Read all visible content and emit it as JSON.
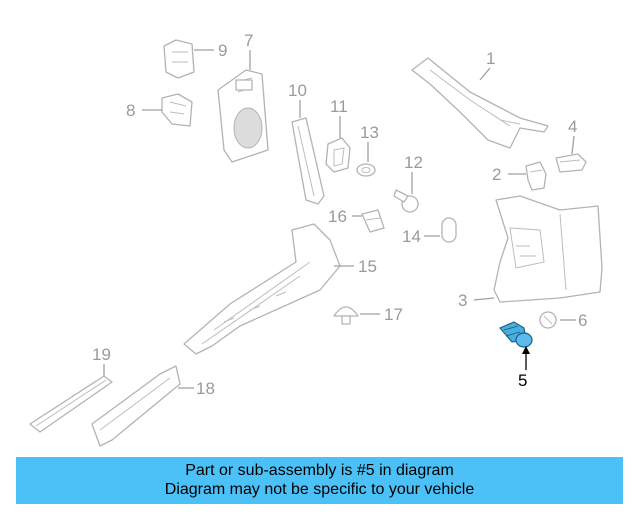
{
  "diagram": {
    "callouts": [
      {
        "id": "1",
        "label": "1"
      },
      {
        "id": "2",
        "label": "2"
      },
      {
        "id": "3",
        "label": "3"
      },
      {
        "id": "4",
        "label": "4"
      },
      {
        "id": "5",
        "label": "5"
      },
      {
        "id": "6",
        "label": "6"
      },
      {
        "id": "7",
        "label": "7"
      },
      {
        "id": "8",
        "label": "8"
      },
      {
        "id": "9",
        "label": "9"
      },
      {
        "id": "10",
        "label": "10"
      },
      {
        "id": "11",
        "label": "11"
      },
      {
        "id": "12",
        "label": "12"
      },
      {
        "id": "13",
        "label": "13"
      },
      {
        "id": "14",
        "label": "14"
      },
      {
        "id": "15",
        "label": "15"
      },
      {
        "id": "16",
        "label": "16"
      },
      {
        "id": "17",
        "label": "17"
      },
      {
        "id": "18",
        "label": "18"
      },
      {
        "id": "19",
        "label": "19"
      }
    ],
    "highlighted_part": "5",
    "colors": {
      "highlight_part": "#4aaee0",
      "muted_line": "#b3b3b3",
      "banner": "#4cc1f7"
    }
  },
  "banner": {
    "line1": "Part or sub-assembly is #5 in diagram",
    "line2": "Diagram may not be specific to your vehicle"
  }
}
